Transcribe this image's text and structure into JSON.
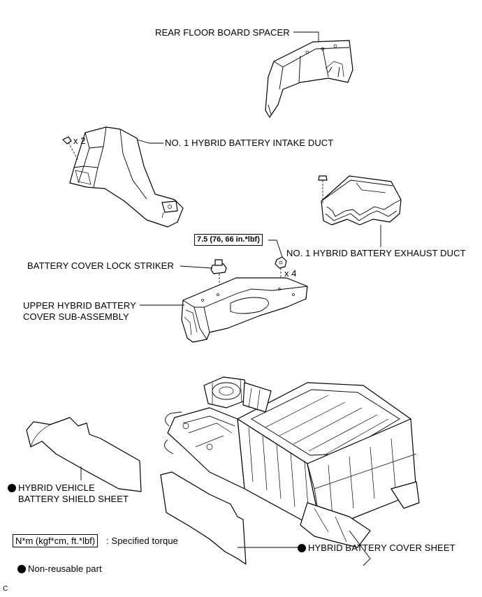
{
  "labels": {
    "rear_floor_board_spacer": "REAR FLOOR BOARD SPACER",
    "intake_duct": "NO. 1 HYBRID BATTERY INTAKE DUCT",
    "intake_qty": "x 2",
    "exhaust_duct": "NO. 1 HYBRID BATTERY EXHAUST DUCT",
    "torque_value": "7.5 (76, 66 in.*lbf)",
    "nut_qty": "x 4",
    "lock_striker": "BATTERY COVER LOCK STRIKER",
    "upper_cover_line1": "UPPER HYBRID BATTERY",
    "upper_cover_line2": "COVER SUB-ASSEMBLY",
    "shield_sheet_line1": "HYBRID VEHICLE",
    "shield_sheet_line2": "BATTERY SHIELD SHEET",
    "cover_sheet": "HYBRID BATTERY COVER SHEET"
  },
  "legend": {
    "torque_unit": "N*m (kgf*cm, ft.*lbf)",
    "torque_desc": ": Specified torque",
    "non_reusable": "Non-reusable part"
  },
  "corner_mark": "C"
}
